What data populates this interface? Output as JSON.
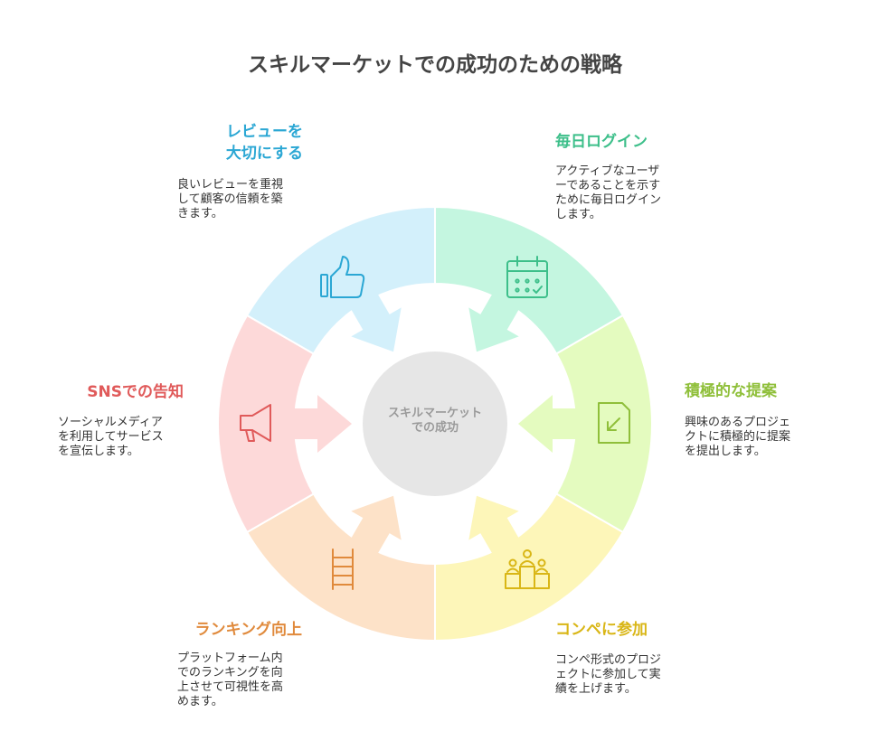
{
  "title": "スキルマーケットでの成功のための戦略",
  "center": {
    "line1": "スキルマーケット",
    "line2": "での成功"
  },
  "segments": {
    "login": {
      "title": "毎日ログイン",
      "desc": [
        "アクティブなユーザ",
        "ーであることを示す",
        "ために毎日ログイン",
        "します。"
      ],
      "color": "#3dbf8a",
      "fill": "#c4f6e0",
      "icon": "calendar-icon"
    },
    "proposal": {
      "title": "積極的な提案",
      "desc": [
        "興味のあるプロジェ",
        "クトに積極的に提案",
        "を提出します。"
      ],
      "color": "#8fbf3a",
      "fill": "#e4fbbf",
      "icon": "document-arrow-icon"
    },
    "contest": {
      "title": "コンペに参加",
      "desc": [
        "コンペ形式のプロジ",
        "ェクトに参加して実",
        "績を上げます。"
      ],
      "color": "#d9b616",
      "fill": "#fdf6b9",
      "icon": "podium-icon"
    },
    "ranking": {
      "title": "ランキング向上",
      "desc": [
        "プラットフォーム内",
        "でのランキングを向",
        "上させて可視性を高",
        "めます。"
      ],
      "color": "#e08a3c",
      "fill": "#fde2c8",
      "icon": "ladder-icon"
    },
    "sns": {
      "title": "SNSでの告知",
      "desc": [
        "ソーシャルメディア",
        "を利用してサービス",
        "を宣伝します。"
      ],
      "color": "#e05a5a",
      "fill": "#fdd9d9",
      "icon": "megaphone-icon"
    },
    "review": {
      "title": [
        "レビューを",
        "大切にする"
      ],
      "desc": [
        "良いレビューを重視",
        "して顧客の信頼を築",
        "きます。"
      ],
      "color": "#2ba7d4",
      "fill": "#d3f0fb",
      "icon": "thumbs-up-icon"
    }
  }
}
